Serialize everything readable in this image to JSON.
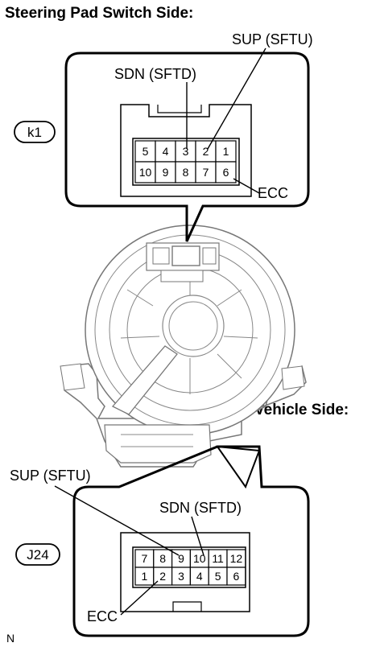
{
  "titles": {
    "steering": "Steering Pad Switch Side:",
    "vehicle": "Vehicle Side:"
  },
  "top_connector": {
    "id": "k1",
    "row1_pins": [
      "5",
      "4",
      "3",
      "2",
      "1"
    ],
    "row2_pins": [
      "10",
      "9",
      "8",
      "7",
      "6"
    ],
    "labels": {
      "sup": "SUP (SFTU)",
      "sdn": "SDN (SFTD)",
      "ecc": "ECC"
    }
  },
  "bottom_connector": {
    "id": "J24",
    "row1_pins": [
      "7",
      "8",
      "9",
      "10",
      "11",
      "12"
    ],
    "row2_pins": [
      "1",
      "2",
      "3",
      "4",
      "5",
      "6"
    ],
    "labels": {
      "sup": "SUP (SFTU)",
      "sdn": "SDN (SFTD)",
      "ecc": "ECC"
    }
  },
  "corner_mark": "N"
}
